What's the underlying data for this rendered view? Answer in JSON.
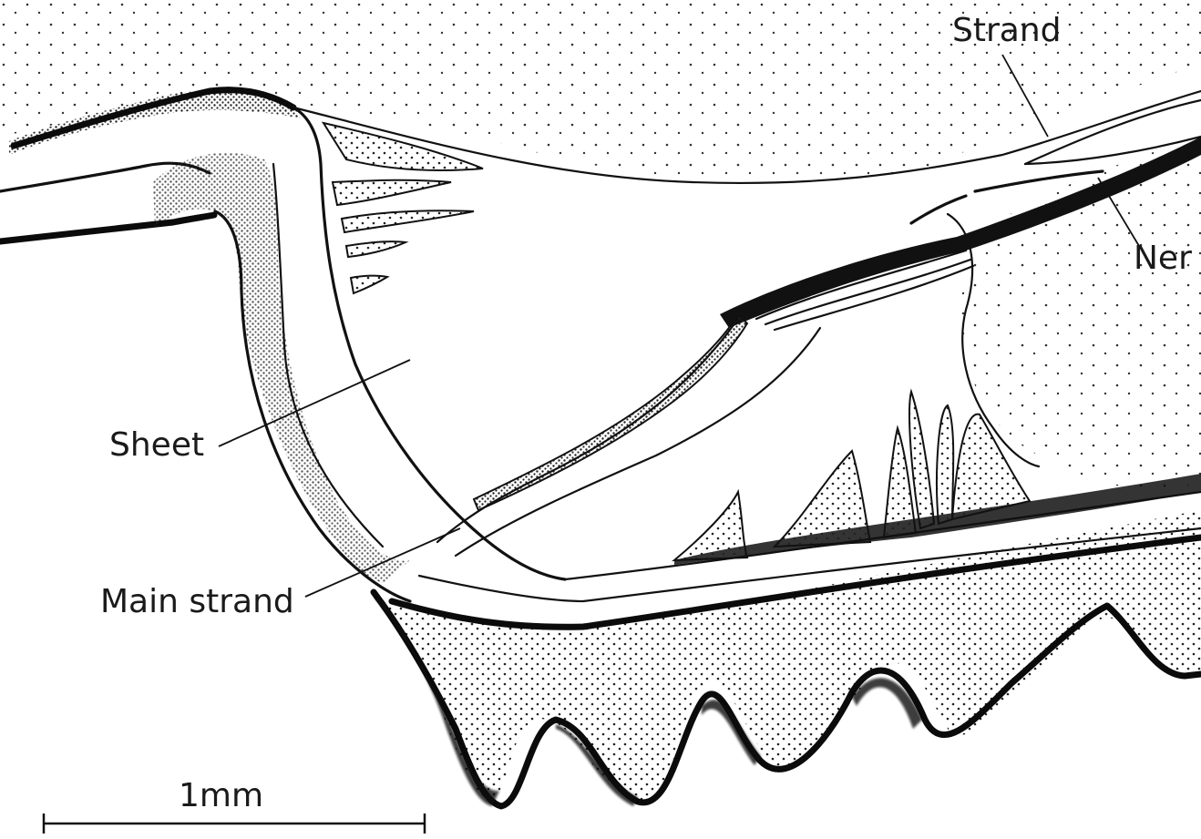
{
  "figure": {
    "labels": {
      "strand": "Strand",
      "nerve": "Ner",
      "sheet": "Sheet",
      "main_strand": "Main strand",
      "scale_bar": "1mm"
    },
    "colors": {
      "ink": "#111111",
      "background": "#ffffff"
    }
  }
}
